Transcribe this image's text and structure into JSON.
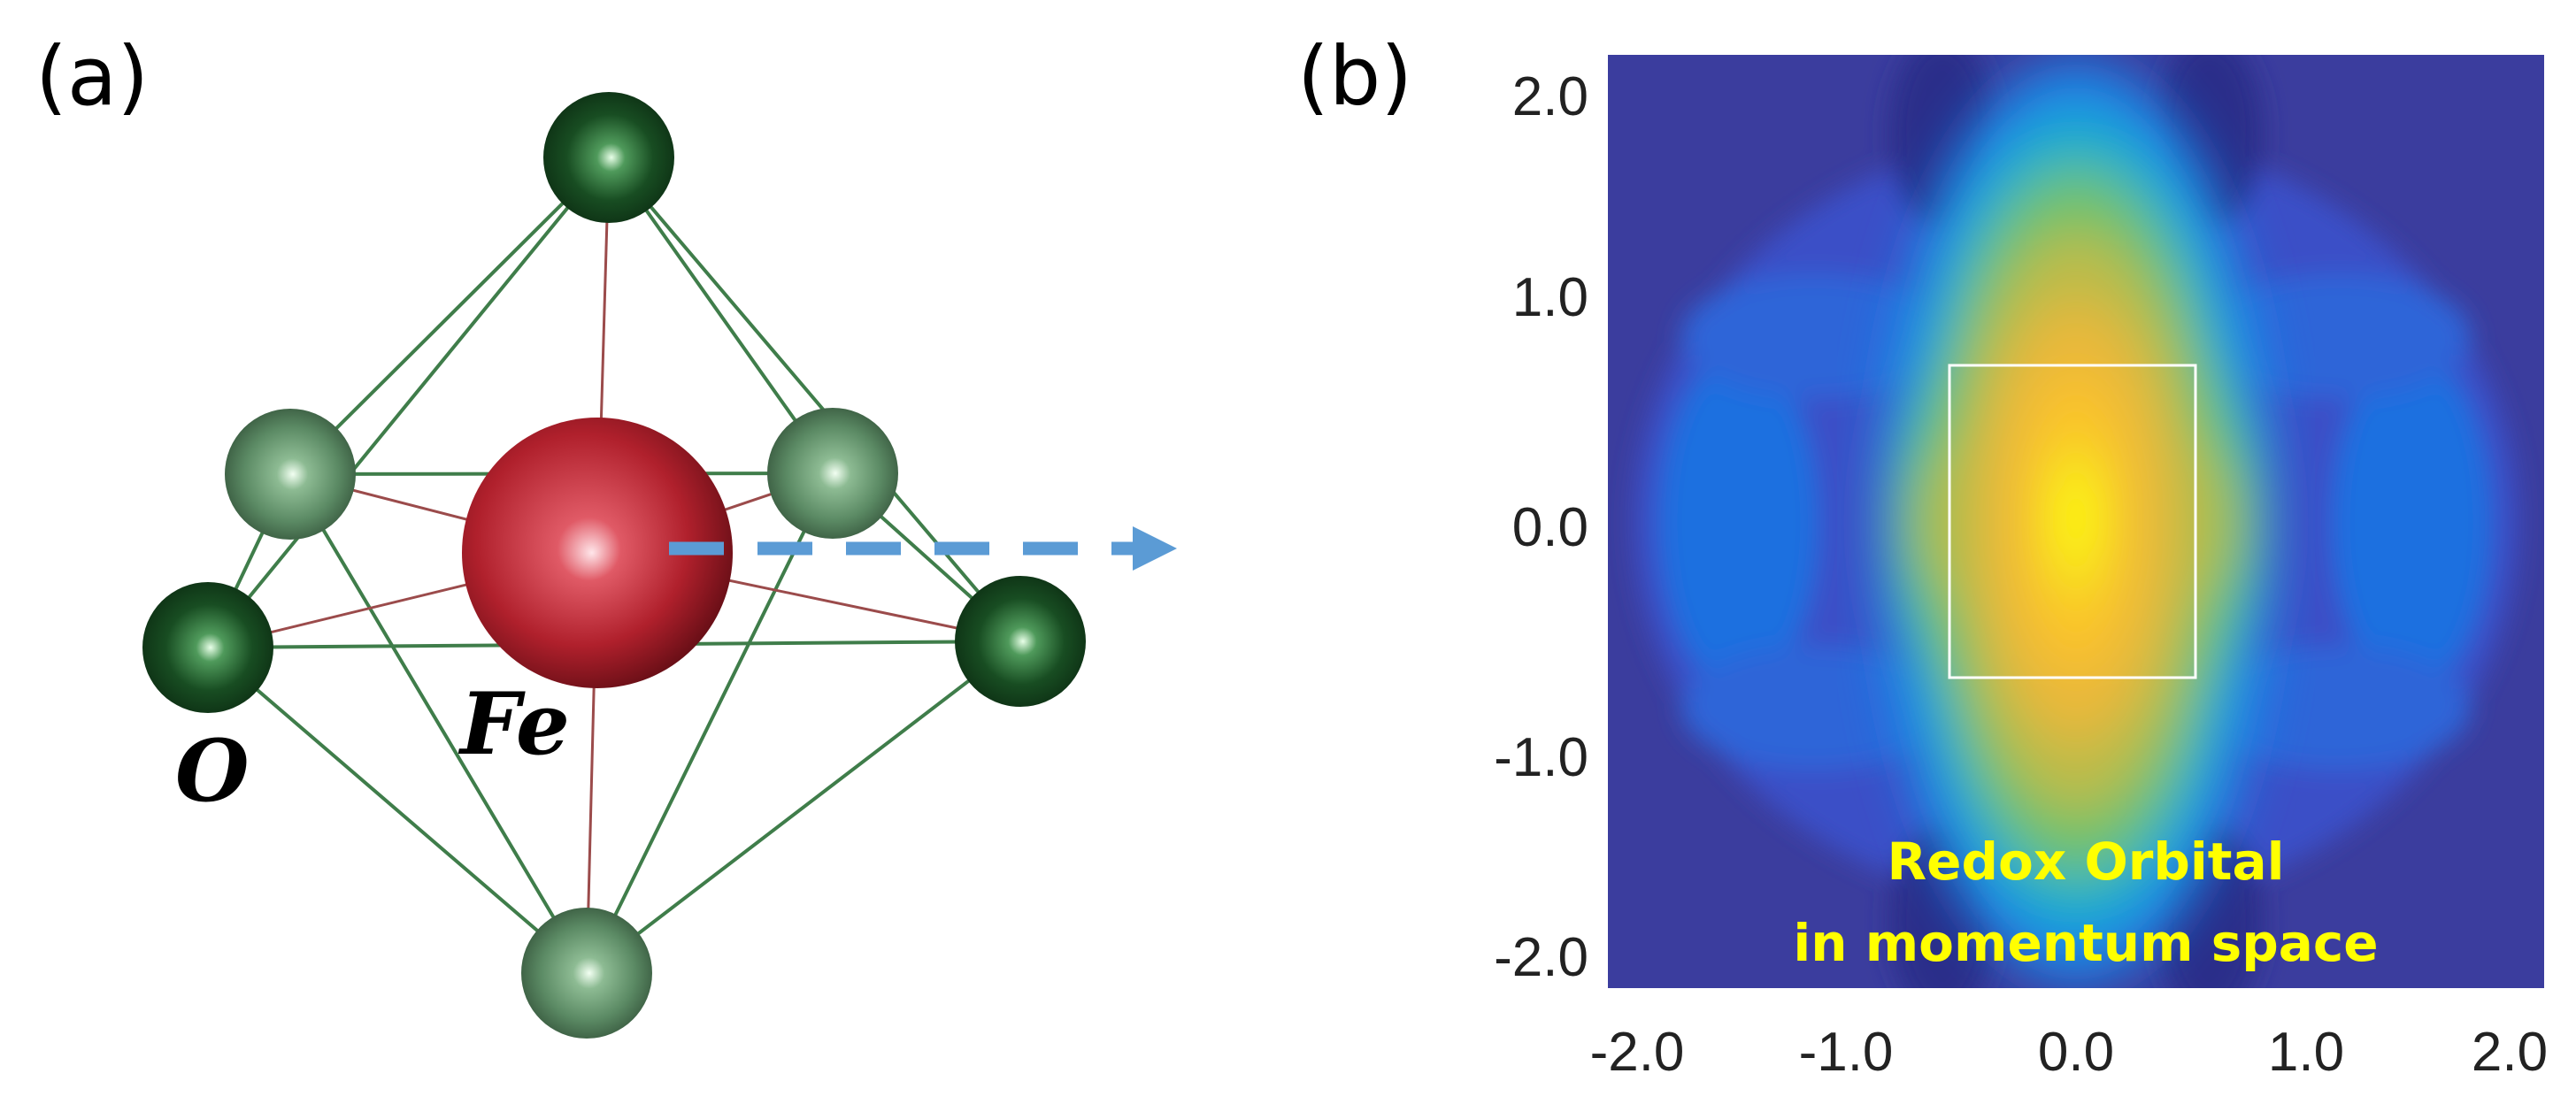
{
  "panel_a": {
    "label": "(a)",
    "fe_label": "Fe",
    "o_label": "O",
    "colors": {
      "fe": "#b0202c",
      "o_dark": "#184d22",
      "o_light": "#5b8a64",
      "bond_oo": "#3f7d4a",
      "bond_feo": "#9b4b4b",
      "arrow": "#5b9bd5"
    }
  },
  "panel_b": {
    "label": "(b)",
    "annotation_line1": "Redox Orbital",
    "annotation_line2": "in momentum space",
    "x_ticks": [
      "-2.0",
      "-1.0",
      "0.0",
      "1.0",
      "2.0"
    ],
    "y_ticks": [
      "2.0",
      "1.0",
      "0.0",
      "-1.0",
      "-2.0"
    ],
    "colors": {
      "background": "#3b3d9e",
      "peak": "#ffff00",
      "annotation": "#ffff00",
      "box": "#ffffff"
    }
  },
  "chart_data": {
    "type": "heatmap",
    "xlim": [
      -2.0,
      2.0
    ],
    "ylim": [
      -2.0,
      2.0
    ],
    "x_ticks": [
      -2.0,
      -1.0,
      0.0,
      1.0,
      2.0
    ],
    "y_ticks": [
      -2.0,
      -1.0,
      0.0,
      1.0,
      2.0
    ],
    "colormap": "parula",
    "peak": [
      0.0,
      0.0
    ],
    "box": {
      "x": [
        -0.5,
        0.5
      ],
      "y": [
        -0.65,
        0.7
      ]
    },
    "grid": false,
    "title": "",
    "xlabel": "",
    "ylabel": ""
  }
}
